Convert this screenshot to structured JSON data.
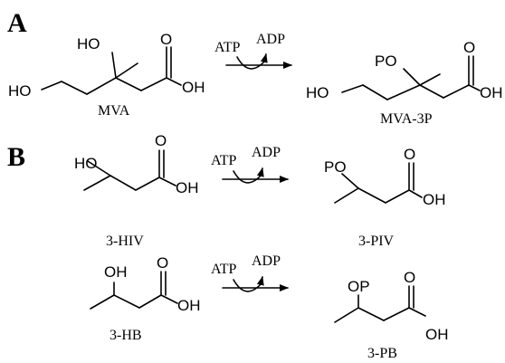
{
  "panels": {
    "a": {
      "label": "A"
    },
    "b": {
      "label": "B"
    }
  },
  "cofactors": {
    "atp": "ATP",
    "adp": "ADP"
  },
  "atoms": {
    "ho": "HO",
    "oh": "OH",
    "o": "O",
    "po": "PO",
    "op": "OP"
  },
  "compounds": {
    "mva": "MVA",
    "mva3p": "MVA-3P",
    "hiv": "3-HIV",
    "piv": "3-PIV",
    "hb": "3-HB",
    "pb": "3-PB"
  }
}
